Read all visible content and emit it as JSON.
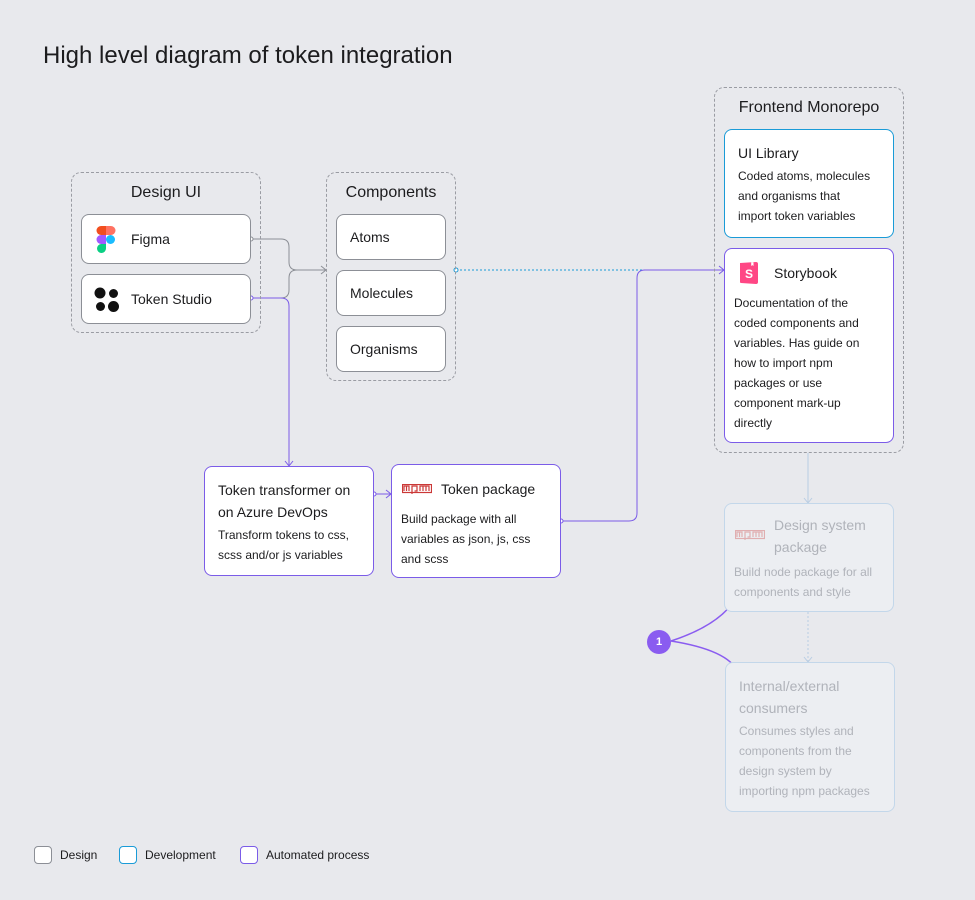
{
  "title": "High level diagram of token integration",
  "design_ui": {
    "title": "Design UI",
    "figma": "Figma",
    "token_studio": "Token Studio"
  },
  "components": {
    "title": "Components",
    "atoms": "Atoms",
    "molecules": "Molecules",
    "organisms": "Organisms"
  },
  "frontend": {
    "title": "Frontend Monorepo",
    "ui_library": {
      "title": "UI Library",
      "desc": [
        "Coded atoms, molecules",
        "and organisms that",
        "import token variables"
      ]
    },
    "storybook": {
      "title": "Storybook",
      "desc": [
        "Documentation of the",
        "coded components and",
        "variables. Has guide on",
        "how to import npm",
        "packages or use",
        "component mark-up",
        "directly"
      ]
    }
  },
  "transformer": {
    "title": [
      "Token transformer on",
      "on Azure DevOps"
    ],
    "desc": [
      "Transform tokens to css,",
      "scss and/or js variables"
    ]
  },
  "token_package": {
    "title": "Token package",
    "desc": [
      "Build package with all",
      "variables as json, js, css",
      "and scss"
    ]
  },
  "design_system_package": {
    "title": [
      "Design system",
      "package"
    ],
    "desc": [
      "Build node package for all",
      "components and style"
    ]
  },
  "consumers": {
    "title": [
      "Internal/external",
      "consumers"
    ],
    "desc": [
      "Consumes styles and",
      "components from the",
      "design system by",
      "importing npm packages"
    ]
  },
  "badge": "1",
  "legend": [
    {
      "label": "Design",
      "color": "#8c8f96"
    },
    {
      "label": "Development",
      "color": "#1a9bd7"
    },
    {
      "label": "Automated process",
      "color": "#7b5ce8"
    }
  ],
  "colors": {
    "gray_line": "#8c8f96",
    "blue_line": "#1a9bd7",
    "purple_line": "#7b5ce8",
    "faded_line": "#b9cde3",
    "badge": "#8a5cf0"
  },
  "icons": {
    "figma": "figma-icon",
    "token_studio": "token-studio-icon",
    "npm": "npm-icon",
    "storybook": "storybook-icon"
  }
}
